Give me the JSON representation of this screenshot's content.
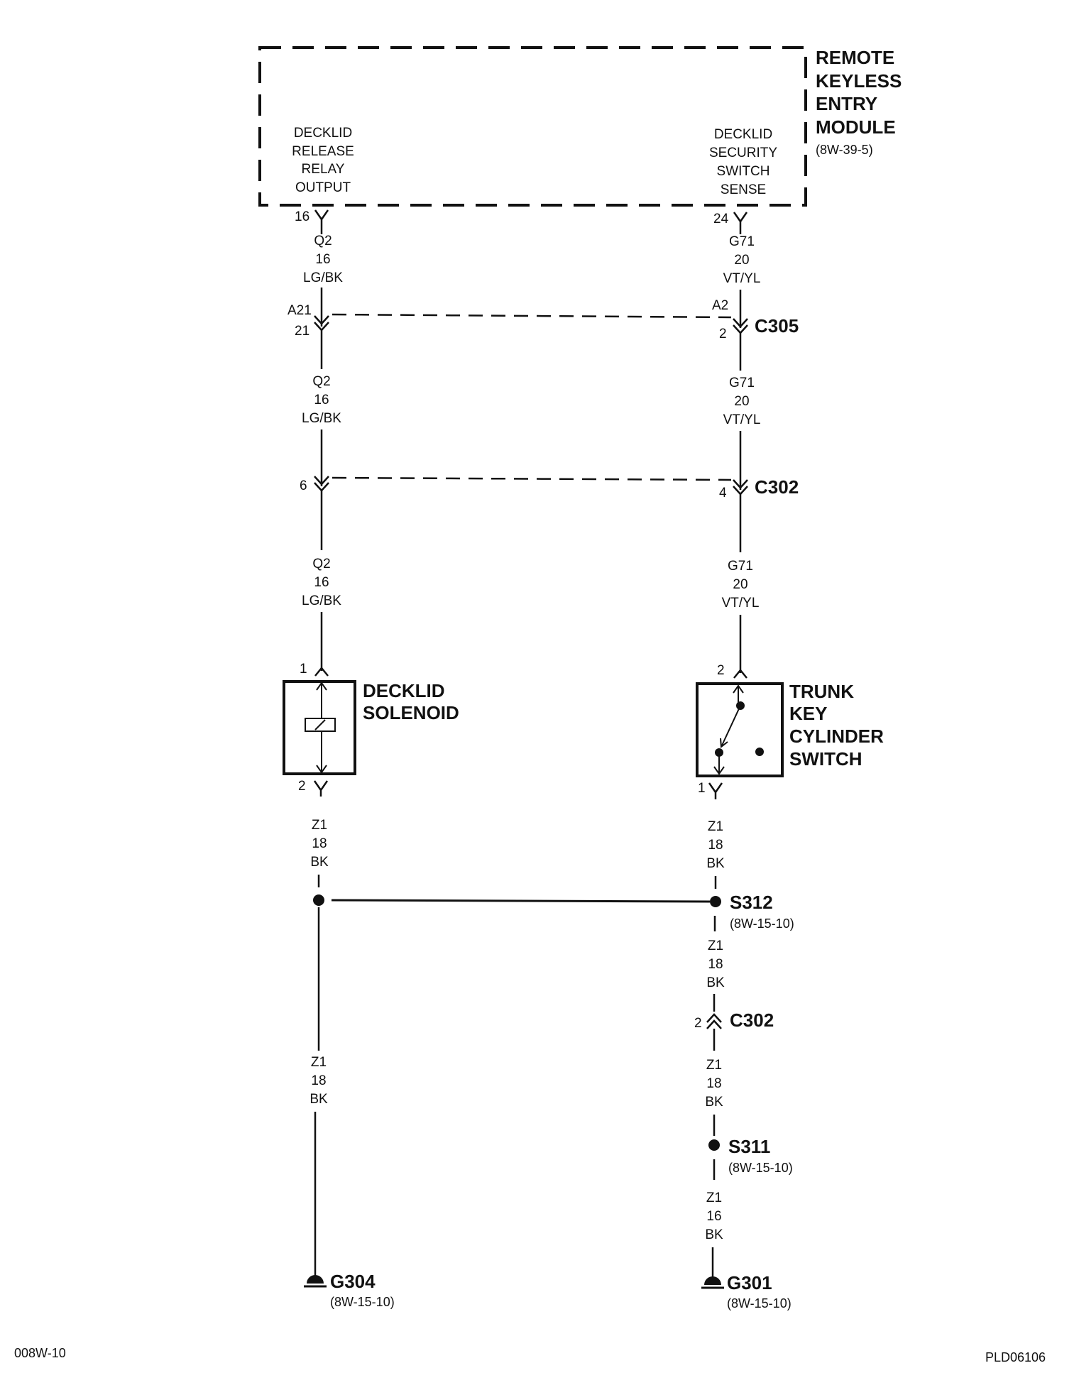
{
  "module": {
    "title_lines": [
      "REMOTE",
      "KEYLESS",
      "ENTRY",
      "MODULE"
    ],
    "ref": "(8W-39-5)",
    "left_label": [
      "DECKLID",
      "RELEASE",
      "RELAY",
      "OUTPUT"
    ],
    "right_label": [
      "DECKLID",
      "SECURITY",
      "SWITCH",
      "SENSE"
    ],
    "left_pin": "16",
    "right_pin": "24"
  },
  "wires": {
    "q2_a": [
      "Q2",
      "16",
      "LG/BK"
    ],
    "g71_a": [
      "G71",
      "20",
      "VT/YL"
    ],
    "q2_b": [
      "Q2",
      "16",
      "LG/BK"
    ],
    "g71_b": [
      "G71",
      "20",
      "VT/YL"
    ],
    "q2_c": [
      "Q2",
      "16",
      "LG/BK"
    ],
    "g71_c": [
      "G71",
      "20",
      "VT/YL"
    ],
    "z1_a": [
      "Z1",
      "18",
      "BK"
    ],
    "z1_b": [
      "Z1",
      "18",
      "BK"
    ],
    "z1_c": [
      "Z1",
      "18",
      "BK"
    ],
    "z1_d": [
      "Z1",
      "18",
      "BK"
    ],
    "z1_e": [
      "Z1",
      "18",
      "BK"
    ],
    "z1_f": [
      "Z1",
      "16",
      "BK"
    ]
  },
  "connectors": {
    "c305": {
      "name": "C305",
      "left_top_pin": "A21",
      "left_bottom_pin": "21",
      "right_top_pin": "A2",
      "right_bottom_pin": "2"
    },
    "c302_upper": {
      "name": "C302",
      "left_pin": "6",
      "right_pin": "4"
    },
    "c302_lower": {
      "name": "C302",
      "pin": "2"
    }
  },
  "solenoid": {
    "title_lines": [
      "DECKLID",
      "SOLENOID"
    ],
    "pin_top": "1",
    "pin_bottom": "2"
  },
  "switch": {
    "title_lines": [
      "TRUNK",
      "KEY",
      "CYLINDER",
      "SWITCH"
    ],
    "pin_top": "2",
    "pin_bottom": "1"
  },
  "splices": {
    "s312": {
      "name": "S312",
      "ref": "(8W-15-10)"
    },
    "s311": {
      "name": "S311",
      "ref": "(8W-15-10)"
    }
  },
  "grounds": {
    "g304": {
      "name": "G304",
      "ref": "(8W-15-10)"
    },
    "g301": {
      "name": "G301",
      "ref": "(8W-15-10)"
    }
  },
  "footer": {
    "left": "008W-10",
    "right": "PLD06106"
  }
}
